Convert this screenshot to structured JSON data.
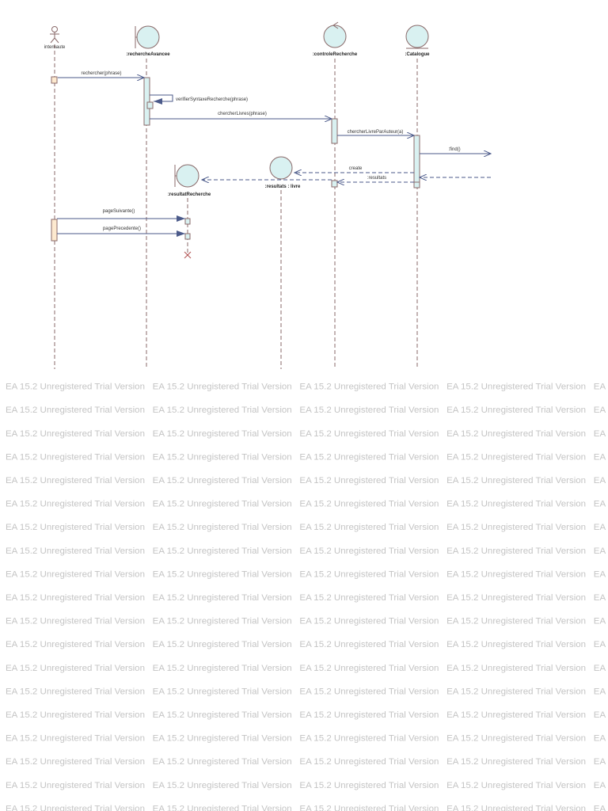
{
  "watermark": "EA 15.2 Unregistered Trial Version",
  "colors": {
    "object_fill": "#d9f1f1",
    "actor_activation": "#fde9cf",
    "message": "#4b5a8a",
    "lifeline": "#8a6a6a",
    "watermark": "#c4c4c4"
  },
  "participants": {
    "internaute": {
      "label": "internaute",
      "type": "actor"
    },
    "rechercheAvancee": {
      "label": ":rechercheAvancee",
      "type": "boundary"
    },
    "controleRecherche": {
      "label": ":controleRecherche",
      "type": "control"
    },
    "catalogue": {
      "label": ":Catalogue",
      "type": "entity"
    },
    "resultats": {
      "label": ":resultats : livre",
      "type": "entity-circle"
    },
    "resultatRecherche": {
      "label": ":resultatRecherche",
      "type": "boundary"
    }
  },
  "messages": {
    "m1": "rechercher(phrase)",
    "m2": "verifierSyntaxeRecherche(phrase)",
    "m3": "chercherLivres(phrase)",
    "m4": "chercherLivreParAuteur(a)",
    "m5": ":find()",
    "m6": "create",
    "m7": ":resultats",
    "m8": "pageSuivante()",
    "m9": "pagePrecedente()"
  }
}
